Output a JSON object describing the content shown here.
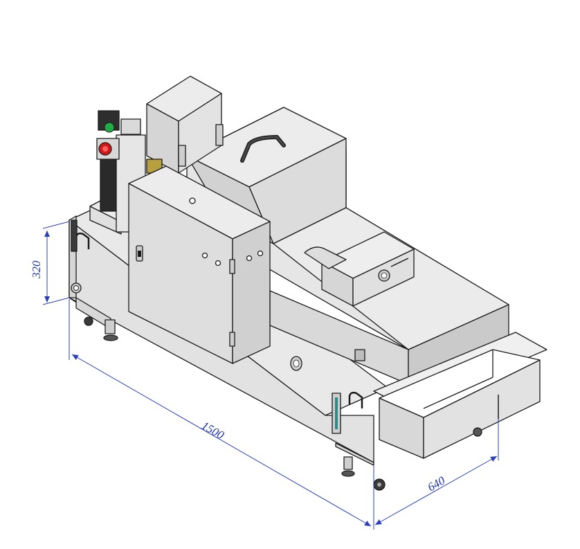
{
  "dimensions": {
    "height": "320",
    "length": "1500",
    "width": "640"
  },
  "colors": {
    "dimension_line": "#2a3fc0",
    "dimension_text": "#1e33b4",
    "body_light": "#e4e4e4",
    "body_mid": "#d0d0d0",
    "body_dark": "#b8b8b8",
    "edge": "#1a1a1a",
    "indicator_green": "#22aa44",
    "indicator_red": "#d01818"
  },
  "icons": [
    "handle-icon",
    "indicator-lamp-icon",
    "castor-wheel-icon",
    "level-gauge-icon",
    "knob-icon"
  ]
}
